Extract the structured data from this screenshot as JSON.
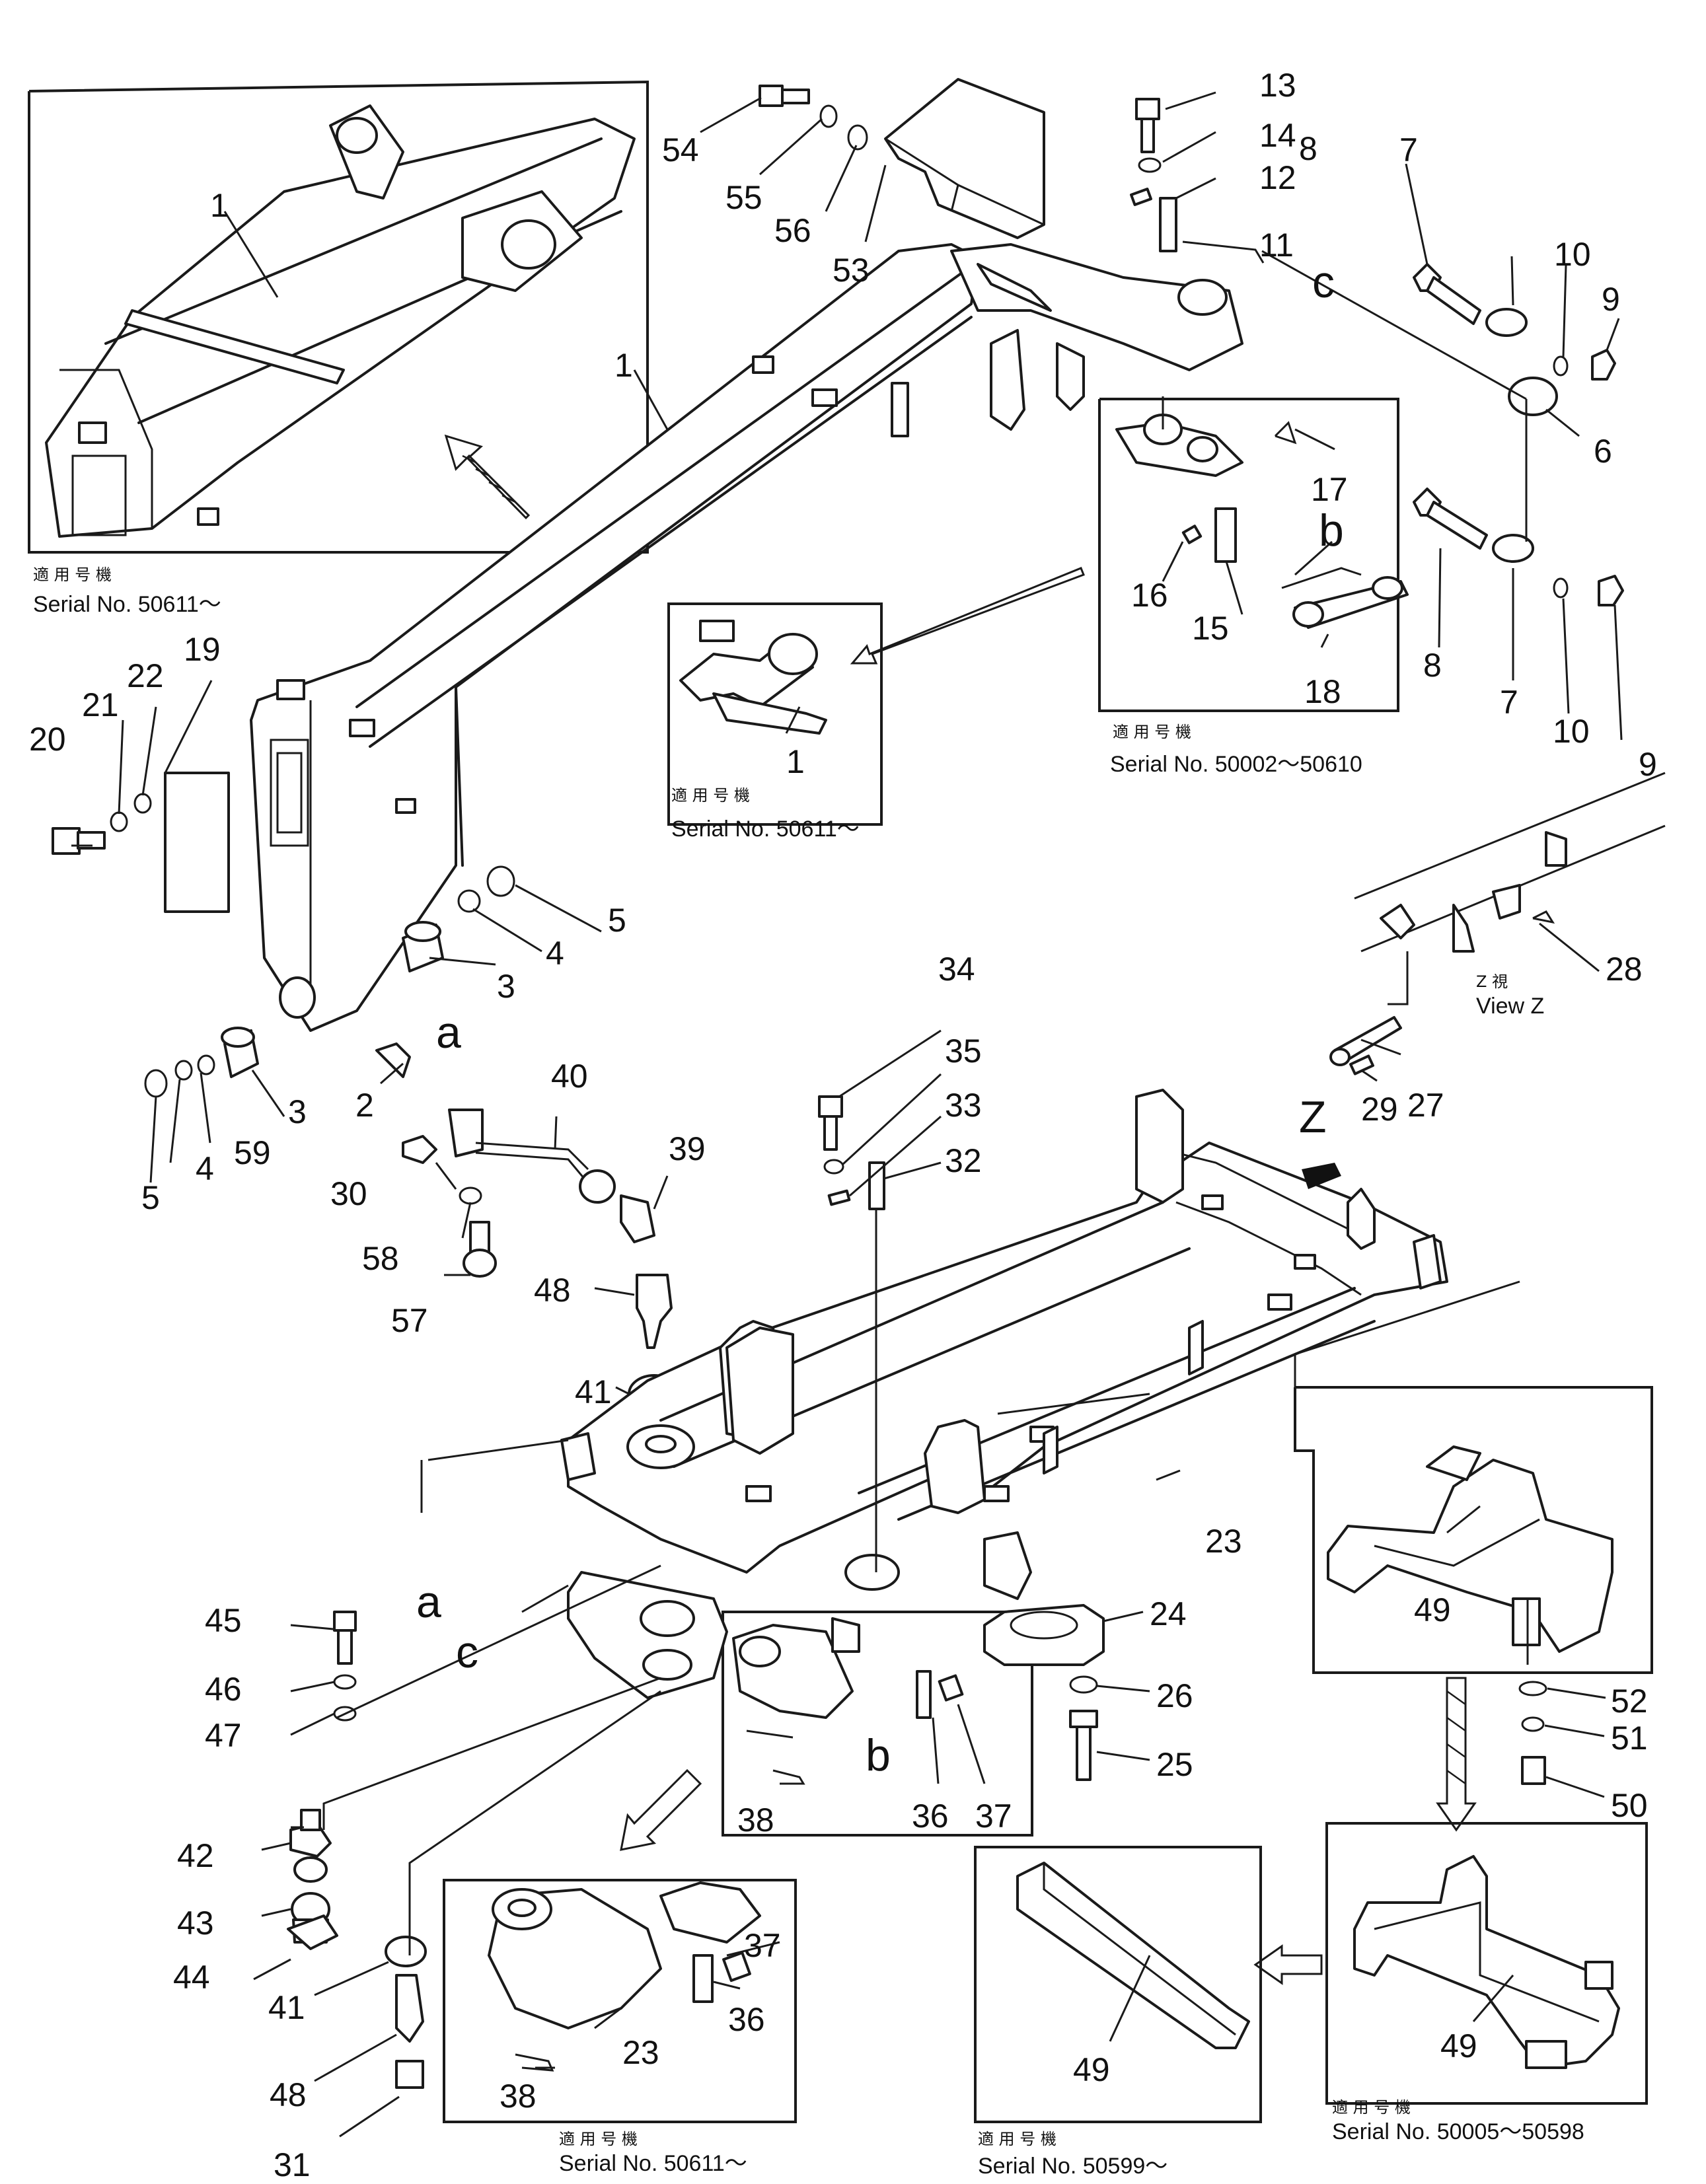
{
  "callouts": {
    "c1a": "1",
    "c1b": "1",
    "c1c": "1",
    "c2": "2",
    "c3a": "3",
    "c3b": "3",
    "c4a": "4",
    "c4b": "4",
    "c5a": "5",
    "c5b": "5",
    "c6": "6",
    "c7a": "7",
    "c7b": "7",
    "c8a": "8",
    "c8b": "8",
    "c9a": "9",
    "c9b": "9",
    "c10a": "10",
    "c10b": "10",
    "c11": "11",
    "c12": "12",
    "c13": "13",
    "c14": "14",
    "c15": "15",
    "c16": "16",
    "c17": "17",
    "c18": "18",
    "c19": "19",
    "c20": "20",
    "c21": "21",
    "c22": "22",
    "c23a": "23",
    "c23b": "23",
    "c24": "24",
    "c25": "25",
    "c26": "26",
    "c27": "27",
    "c28": "28",
    "c29": "29",
    "c30": "30",
    "c31": "31",
    "c32": "32",
    "c33": "33",
    "c34": "34",
    "c35": "35",
    "c36a": "36",
    "c36b": "36",
    "c37a": "37",
    "c37b": "37",
    "c38a": "38",
    "c38b": "38",
    "c39": "39",
    "c40": "40",
    "c41a": "41",
    "c41b": "41",
    "c42": "42",
    "c43": "43",
    "c44": "44",
    "c45": "45",
    "c46": "46",
    "c47": "47",
    "c48a": "48",
    "c48b": "48",
    "c49a": "49",
    "c49b": "49",
    "c49c": "49",
    "c50": "50",
    "c51": "51",
    "c52": "52",
    "c53": "53",
    "c54": "54",
    "c55": "55",
    "c56": "56",
    "c57": "57",
    "c58": "58",
    "c59": "59"
  },
  "letters": {
    "a_top": "a",
    "a_bottom": "a",
    "b_top": "b",
    "b_bottom": "b",
    "c_top": "c",
    "c_bottom": "c",
    "z": "Z"
  },
  "captions": {
    "topleft_jp": "適 用 号 機",
    "topleft_serial": "Serial No. 50611～",
    "mid_jp": "適 用 号 機",
    "mid_serial": "Serial No. 50611～",
    "right_jp": "適 用 号 機",
    "right_serial": "Serial No. 50002～50610",
    "viewz_jp": "Z 視",
    "viewz": "View Z",
    "bot1_jp": "適 用 号 機",
    "bot1_serial": "Serial No. 50611～",
    "bot2_jp": "適 用 号 機",
    "bot2_serial": "Serial No. 50599～",
    "bot3_jp": "適 用 号 機",
    "bot3_serial": "Serial No. 50005～50598"
  }
}
